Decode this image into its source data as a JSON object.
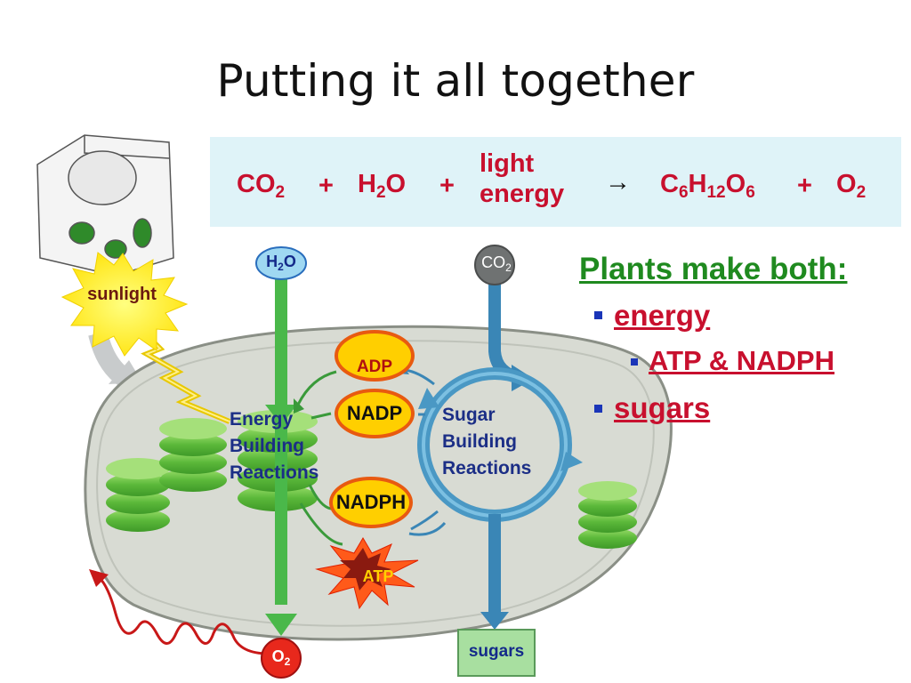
{
  "slide": {
    "title": "Putting it all together"
  },
  "equation": {
    "co2": "CO",
    "co2_sub": "2",
    "plus1": "+",
    "h2o_h": "H",
    "h2o_sub": "2",
    "h2o_o": "O",
    "plus2": "+",
    "light_line1": "light",
    "light_line2": "energy",
    "arrow": "→",
    "glucose_c": "C",
    "glucose_c_sub": "6",
    "glucose_h": "H",
    "glucose_h_sub": "12",
    "glucose_o": "O",
    "glucose_o_sub": "6",
    "plus3": "+",
    "o2": "O",
    "o2_sub": "2"
  },
  "sidebar": {
    "heading": "Plants make both:",
    "items": [
      {
        "label": "energy",
        "level": 1
      },
      {
        "label": "ATP & NADPH",
        "level": 2
      },
      {
        "label": "sugars",
        "level": 1
      }
    ],
    "bullet_color": "#1a35b8",
    "text_color": "#c8102e",
    "heading_color": "#1f8a1f"
  },
  "diagram": {
    "sunlight": "sunlight",
    "water_h": "H",
    "water_sub": "2",
    "water_o": "O",
    "co2_c": "CO",
    "co2_sub": "2",
    "energy_reactions": [
      "Energy",
      "Building",
      "Reactions"
    ],
    "sugar_reactions": [
      "Sugar",
      "Building",
      "Reactions"
    ],
    "adp": "ADP",
    "nadp": "NADP",
    "nadph": "NADPH",
    "atp": "ATP",
    "oxygen_o": "O",
    "oxygen_sub": "2",
    "sugars_out": "sugars"
  }
}
